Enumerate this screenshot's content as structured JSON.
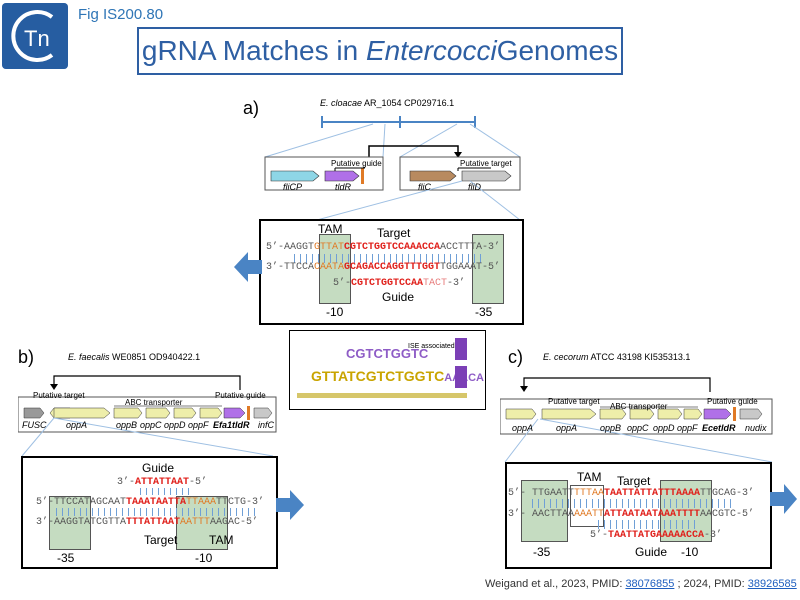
{
  "figure_id": "Fig IS200.80",
  "logo_text": "Tn",
  "title": {
    "prefix": "gRNA Matches in ",
    "italic": "Entercocci",
    "suffix": " Genomes"
  },
  "panels": {
    "a": {
      "label": "a)",
      "organism_italic": "E. cloacae",
      "organism_rest": " AR_1054 CP029716.1",
      "genes_left": [
        "fliCP",
        "tldR"
      ],
      "genes_right": [
        "fliC",
        "fliD"
      ],
      "guide_label": "Putative guide",
      "target_label": "Putative target",
      "tam_label": "TAM",
      "target_seq_label": "Target",
      "guide_seq_label": "Guide",
      "minus10": "-10",
      "minus35": "-35"
    },
    "b": {
      "label": "b)",
      "organism_italic": "E. faecalis",
      "organism_rest": " WE0851  OD940422.1",
      "target_label": "Putative target",
      "guide_label": "Putative guide",
      "abc_label": "ABC transporter",
      "genes": [
        "FUSC",
        "oppA",
        "oppB",
        "oppC",
        "oppD",
        "oppF",
        "Efa1tldR",
        "infC"
      ],
      "guide_seq_label": "Guide",
      "target_seq_label": "Target",
      "tam_label": "TAM",
      "minus35": "-35",
      "minus10": "-10"
    },
    "c": {
      "label": "c)",
      "organism_italic": "E. cecorum",
      "organism_rest": " ATCC 43198  KI535313.1",
      "target_label": "Putative target",
      "guide_label": "Putative guide",
      "abc_label": "ABC transporter",
      "genes": [
        "oppA",
        "oppA",
        "oppB",
        "oppC",
        "oppD",
        "oppF",
        "EcetldR",
        "nudix"
      ],
      "tam_label": "TAM",
      "target_seq_label": "Target",
      "guide_seq_label": "Guide",
      "minus35": "-35",
      "minus10": "-10"
    },
    "logo": {
      "top_text": "CGTCTGGTC",
      "bottom_text": "GTTATCGTCTGGTC",
      "bottom_tail": "AAACA",
      "caption": "ISE associated"
    }
  },
  "citation": {
    "prefix": "Weigand et al., 2023, PMID: ",
    "pmid1": "38076855",
    "middle": " ; 2024, PMID: ",
    "pmid2": "38926585"
  },
  "colors": {
    "title_border": "#2e5fa3",
    "sequence_red": "#e0201b",
    "box_green": "#c5dcc1",
    "arrow_blue": "#4a84c4",
    "gene_yellow": "#eeeeaa",
    "guide_purple": "#b070e8"
  }
}
